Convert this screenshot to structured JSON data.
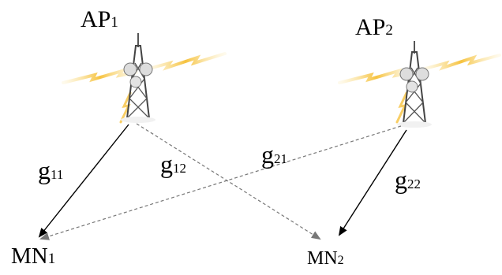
{
  "access_points": [
    {
      "main": "AP",
      "sub": "1"
    },
    {
      "main": "AP",
      "sub": "2"
    }
  ],
  "mobile_nodes": [
    {
      "main": "MN",
      "sub": "1"
    },
    {
      "main": "MN",
      "sub": "2"
    }
  ],
  "channels": {
    "g11": {
      "main": "g",
      "sub": "11"
    },
    "g12": {
      "main": "g",
      "sub": "12"
    },
    "g21": {
      "main": "g",
      "sub": "21"
    },
    "g22": {
      "main": "g",
      "sub": "22"
    }
  },
  "icons": [
    "antenna-tower-icon",
    "lightning-bolt-icon"
  ],
  "colors": {
    "direct_link": "#000000",
    "interference_link": "#777777",
    "lightning": "#f6c23e",
    "tower": "#4a4a4a"
  }
}
